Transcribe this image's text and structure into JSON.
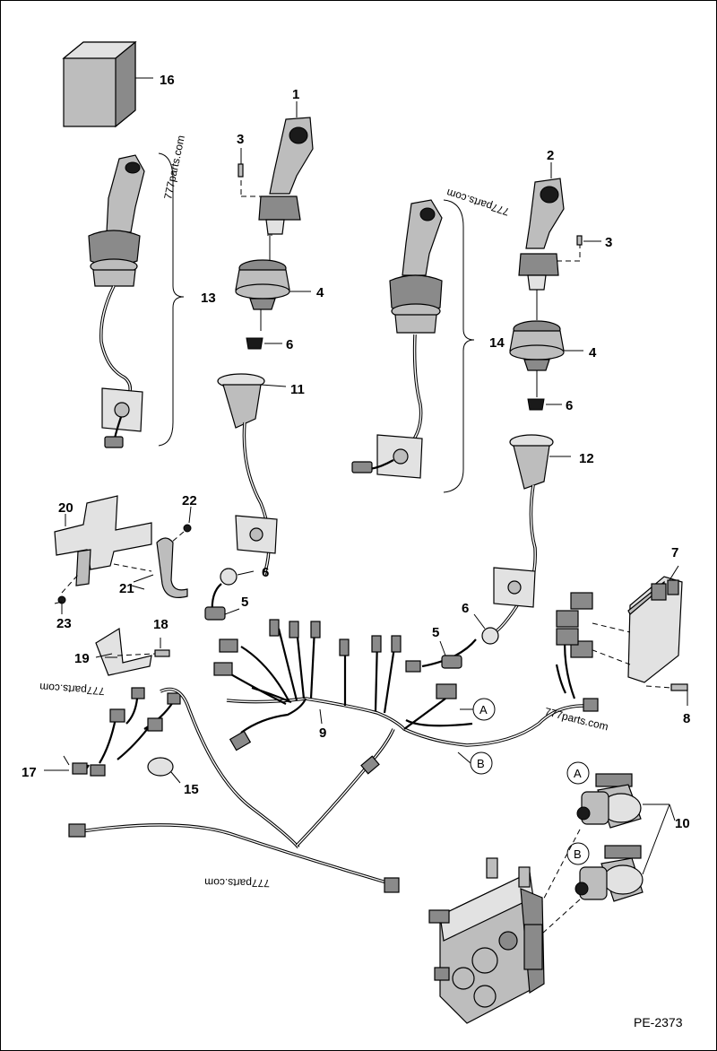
{
  "callouts": {
    "c1": "1",
    "c2": "2",
    "c3a": "3",
    "c3b": "3",
    "c4a": "4",
    "c4b": "4",
    "c5a": "5",
    "c5b": "5",
    "c6a": "6",
    "c6b": "6",
    "c6c": "6",
    "c6d": "6",
    "c7": "7",
    "c8": "8",
    "c9": "9",
    "c10": "10",
    "c11": "11",
    "c12": "12",
    "c13": "13",
    "c14": "14",
    "c15": "15",
    "c16": "16",
    "c17": "17",
    "c18": "18",
    "c19": "19",
    "c20": "20",
    "c21": "21",
    "c22": "22",
    "c23": "23"
  },
  "connectors": {
    "a1": "A",
    "b1": "B",
    "a2": "A",
    "b2": "B"
  },
  "watermarks": {
    "w1": "777parts.com",
    "w2": "777parts.com",
    "w3": "777parts.com",
    "w4": "777parts.com",
    "w5": "777parts.com"
  },
  "drawing_ref": "PE-2373",
  "icons": [
    "joystick-handle",
    "rubber-boot",
    "wiring-harness",
    "controller-module",
    "solenoid-coil",
    "hydraulic-valve"
  ]
}
